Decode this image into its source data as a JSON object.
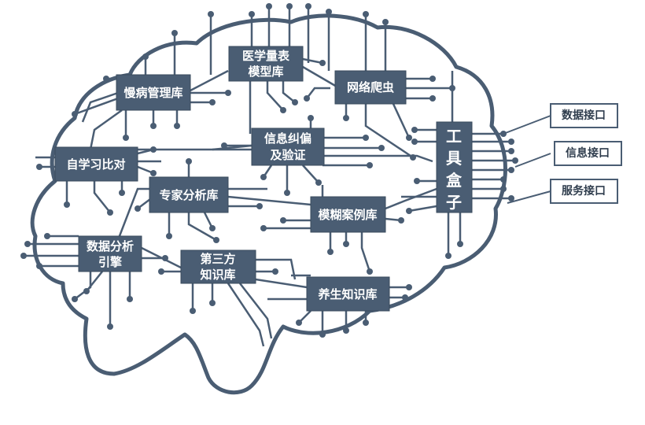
{
  "modules": {
    "medical_scale": [
      "医学量表",
      "模型库"
    ],
    "chronic_mgmt": [
      "慢病管理库"
    ],
    "web_crawler": [
      "网络爬虫"
    ],
    "info_correction": [
      "信息纠偏",
      "及验证"
    ],
    "self_learning": [
      "自学习比对"
    ],
    "expert_analysis": [
      "专家分析库"
    ],
    "fuzzy_cases": [
      "模糊案例库"
    ],
    "data_engine": [
      "数据分析",
      "引擎"
    ],
    "third_party": [
      "第三方",
      "知识库"
    ],
    "health_knowledge": [
      "养生知识库"
    ],
    "toolbox": [
      "工",
      "具",
      "盒",
      "子"
    ]
  },
  "interfaces": {
    "data": "数据接口",
    "info": "信息接口",
    "service": "服务接口"
  },
  "colors": {
    "accent": "#4a5d73",
    "background": "#ffffff"
  }
}
